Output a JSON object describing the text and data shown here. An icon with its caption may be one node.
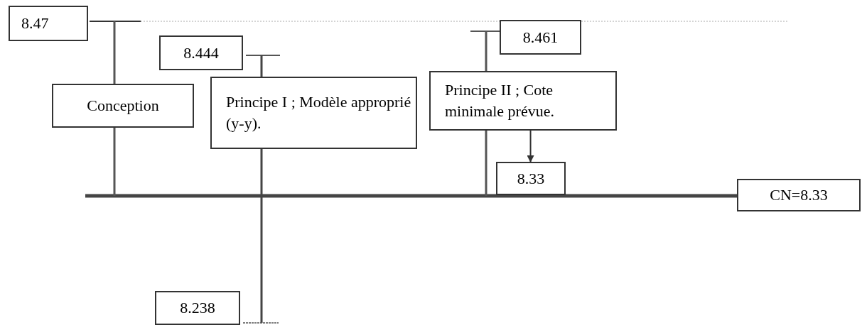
{
  "diagram": {
    "nodes": [
      {
        "text": [
          "8.47"
        ]
      },
      {
        "text": [
          "8.444"
        ]
      },
      {
        "text": [
          "8.461"
        ]
      },
      {
        "text": [
          "Conception"
        ]
      },
      {
        "text": [
          "Principe I ; Modèle approprié (y-y)."
        ]
      },
      {
        "text": [
          "Principe II ; Cote minimale prévue."
        ]
      },
      {
        "text": [
          "8.33"
        ]
      },
      {
        "text": [
          "CN=8.33"
        ]
      },
      {
        "text": [
          "8.238"
        ]
      }
    ],
    "edges": [
      {
        "from": 5,
        "to": 6,
        "arrow": "to"
      }
    ]
  }
}
